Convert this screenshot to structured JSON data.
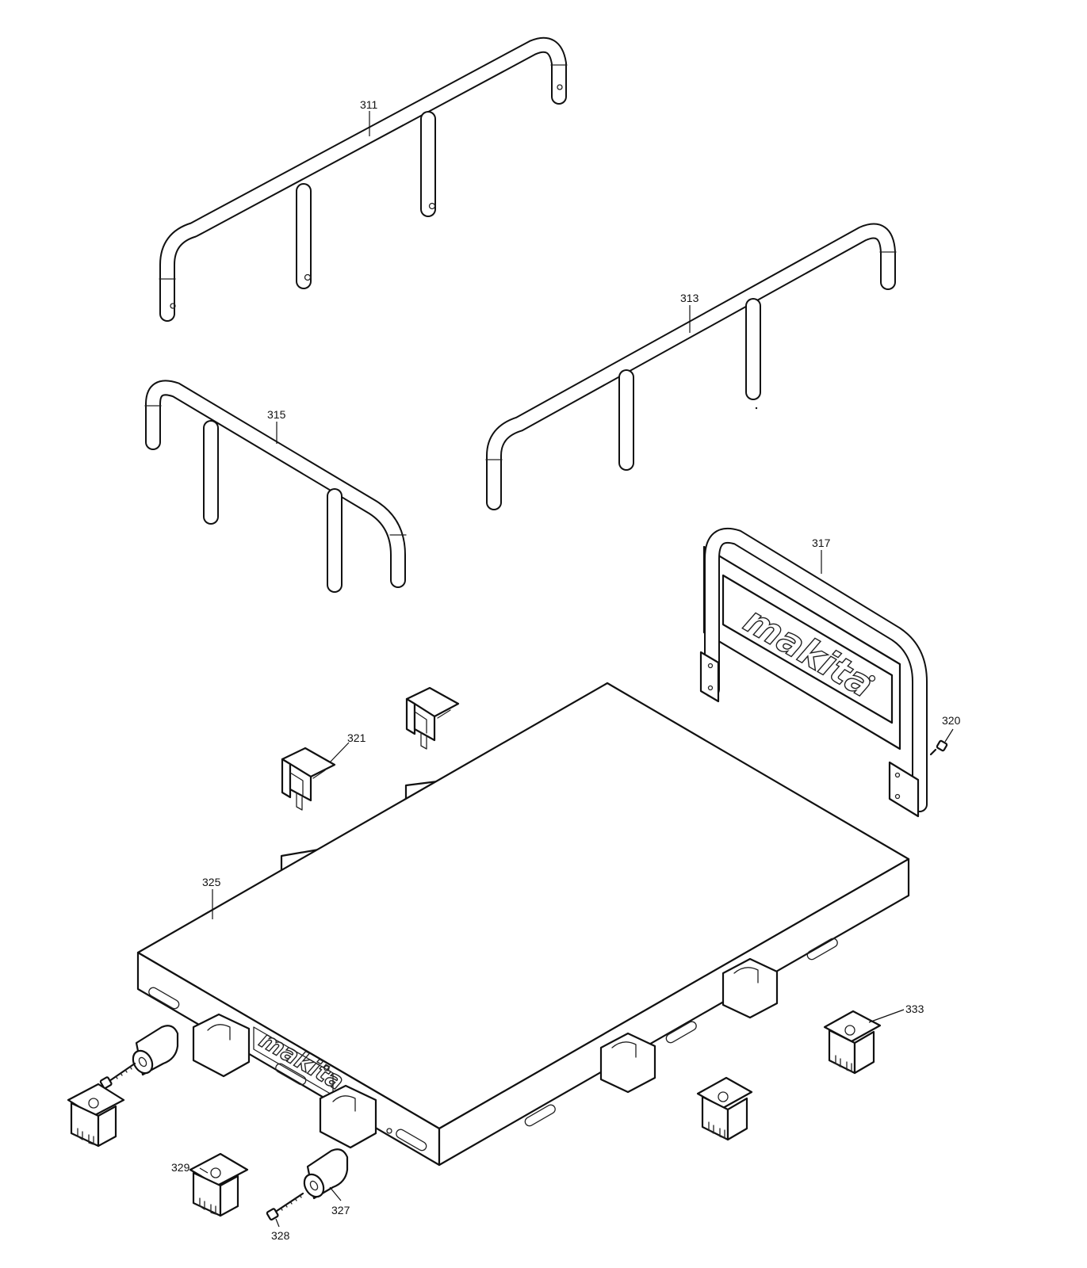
{
  "callouts": {
    "p311": "311",
    "p313": "313",
    "p315": "315",
    "p317": "317",
    "p320": "320",
    "p321": "321",
    "p325": "325",
    "p327": "327",
    "p328": "328",
    "p329": "329",
    "p333": "333"
  },
  "logos": {
    "headboard": "makita",
    "platform": "makita"
  },
  "colors": {
    "line": "#111111",
    "background": "#ffffff"
  }
}
